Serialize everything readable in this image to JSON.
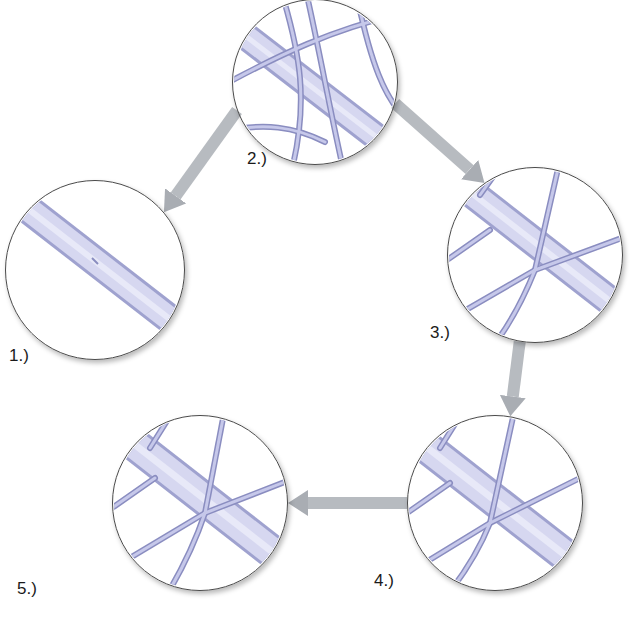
{
  "diagram": {
    "nodes": [
      {
        "text": [
          "1.)"
        ]
      },
      {
        "text": [
          "2.)"
        ]
      },
      {
        "text": [
          "3.)"
        ]
      },
      {
        "text": [
          "4.)"
        ]
      },
      {
        "text": [
          "5.)"
        ]
      }
    ],
    "edges": [
      {
        "from": 1,
        "to": 0,
        "arrow": "to"
      },
      {
        "from": 1,
        "to": 2,
        "arrow": "to"
      },
      {
        "from": 2,
        "to": 3,
        "arrow": "to"
      },
      {
        "from": 3,
        "to": 4,
        "arrow": "to"
      }
    ]
  }
}
